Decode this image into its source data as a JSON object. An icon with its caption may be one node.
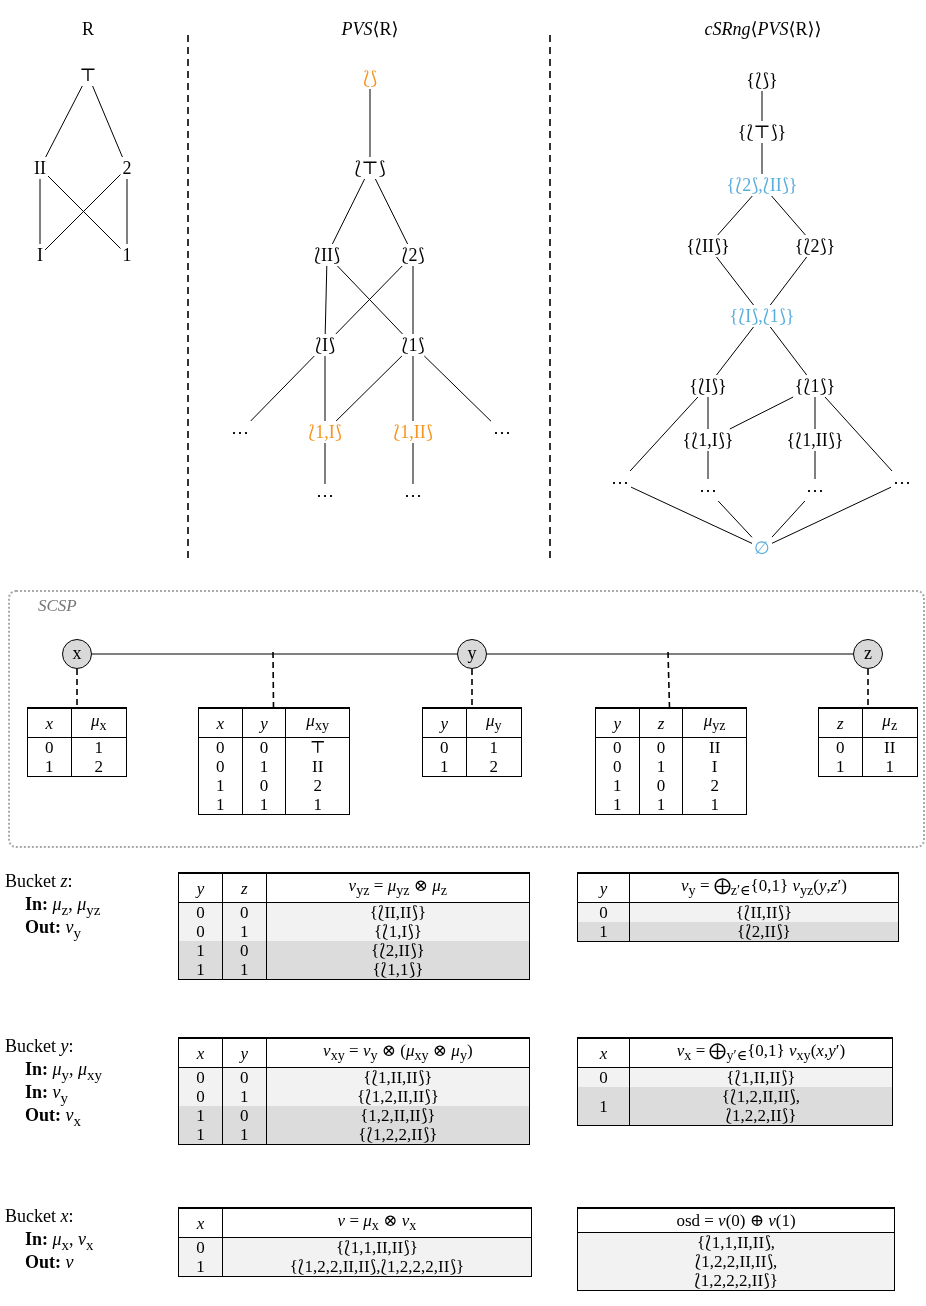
{
  "diagram": {
    "nodes": [
      {
        "text": [
          "⊤"
        ]
      },
      {
        "text": [
          "II"
        ]
      },
      {
        "text": [
          "2"
        ]
      },
      {
        "text": [
          "I"
        ]
      },
      {
        "text": [
          "1"
        ]
      },
      {
        "text": [
          "⟅⟆"
        ]
      },
      {
        "text": [
          "⟅⊤⟆"
        ]
      },
      {
        "text": [
          "⟅II⟆"
        ]
      },
      {
        "text": [
          "⟅2⟆"
        ]
      },
      {
        "text": [
          "⟅I⟆"
        ]
      },
      {
        "text": [
          "⟅1⟆"
        ]
      },
      {
        "text": [
          "⋯"
        ]
      },
      {
        "text": [
          "⟅1,I⟆"
        ]
      },
      {
        "text": [
          "⟅1,II⟆"
        ]
      },
      {
        "text": [
          "⋯"
        ]
      },
      {
        "text": [
          "⋯"
        ]
      },
      {
        "text": [
          "⋯"
        ]
      },
      {
        "text": [
          "{⟅⟆}"
        ]
      },
      {
        "text": [
          "{⟅⊤⟆}"
        ]
      },
      {
        "text": [
          "{⟅2⟆,⟅II⟆}"
        ]
      },
      {
        "text": [
          "{⟅II⟆}"
        ]
      },
      {
        "text": [
          "{⟅2⟆}"
        ]
      },
      {
        "text": [
          "{⟅I⟆,⟅1⟆}"
        ]
      },
      {
        "text": [
          "{⟅I⟆}"
        ]
      },
      {
        "text": [
          "{⟅1⟆}"
        ]
      },
      {
        "text": [
          "{⟅1,I⟆}"
        ]
      },
      {
        "text": [
          "{⟅1,II⟆}"
        ]
      },
      {
        "text": [
          "⋯"
        ]
      },
      {
        "text": [
          "⋯"
        ]
      },
      {
        "text": [
          "⋯"
        ]
      },
      {
        "text": [
          "⋯"
        ]
      },
      {
        "text": [
          "∅"
        ]
      },
      {
        "text": [
          "SCSP"
        ]
      },
      {
        "text": [
          "x"
        ],
        "in": 32
      },
      {
        "text": [
          "y"
        ],
        "in": 32
      },
      {
        "text": [
          "z"
        ],
        "in": 32
      },
      {
        "text": [
          "*x*",
          "*μ*$_{x}$",
          "0",
          "1",
          "1",
          "2"
        ],
        "in": 32
      },
      {
        "text": [
          "*x*",
          "*y*",
          "*μ*$_{xy}$",
          "0",
          "0",
          "⊤",
          "0",
          "1",
          "II",
          "1",
          "0",
          "2",
          "1",
          "1",
          "1"
        ],
        "in": 32
      },
      {
        "text": [
          "*y*",
          "*μ*$_{y}$",
          "0",
          "1",
          "1",
          "2"
        ],
        "in": 32
      },
      {
        "text": [
          "*y*",
          "*z*",
          "*μ*$_{yz}$",
          "0",
          "0",
          "II",
          "0",
          "1",
          "I",
          "1",
          "0",
          "2",
          "1",
          "1",
          "1"
        ],
        "in": 32
      },
      {
        "text": [
          "*z*",
          "*μ*$_{z}$",
          "0",
          "II",
          "1",
          "1"
        ],
        "in": 32
      },
      {
        "text": [
          "*y*",
          "*z*",
          "*ν*$_{yz}$ = *μ*$_{yz}$ ⊗ *μ*$_{z}$",
          "0",
          "0",
          "{⟅II,II⟆}",
          "0",
          "1",
          "{⟅1,I⟆}",
          "1",
          "0",
          "{⟅2,II⟆}",
          "1",
          "1",
          "{⟅1,1⟆}"
        ]
      },
      {
        "text": [
          "*y*",
          "*ν*$_{y}$ = ⨁$_{z′∈}${0,1} *ν*$_{yz}$(*y*,*z*′)",
          "0",
          "{⟅II,II⟆}",
          "1",
          "{⟅2,II⟆}"
        ]
      },
      {
        "text": [
          "*x*",
          "*y*",
          "*ν*$_{xy}$ = *ν*$_{y}$ ⊗ (*μ*$_{xy}$ ⊗ *μ*$_{y}$)",
          "0",
          "0",
          "{⟅1,II,II⟆}",
          "0",
          "1",
          "{⟅1,2,II,II⟆}",
          "1",
          "0",
          "{1,2,II,II⟆}",
          "1",
          "1",
          "{⟅1,2,2,II⟆}"
        ]
      },
      {
        "text": [
          "*x*",
          "*ν*$_{x}$ = ⨁$_{y′∈}${0,1} *ν*$_{xy}$(*x*,*y*′)",
          "0",
          "{⟅1,II,II⟆}",
          "1",
          "{⟅1,2,II,II⟆, ⟅1,2,2,II⟆}"
        ]
      },
      {
        "text": [
          "*x*",
          "*ν* = *μ*$_{x}$ ⊗ *ν*$_{x}$",
          "0",
          "{⟅1,1,II,II⟆}",
          "1",
          "{⟅1,2,2,II,II⟆,⟅1,2,2,2,II⟆}"
        ]
      },
      {
        "text": [
          "osd = *ν*(0) ⊕ *ν*(1)",
          "{⟅1,1,II,II⟆, ⟅1,2,2,II,II⟆, ⟅1,2,2,2,II⟆}"
        ]
      }
    ],
    "edges": [
      {
        "from": 0,
        "to": 1,
        "arrow": "none"
      },
      {
        "from": 0,
        "to": 2,
        "arrow": "none"
      },
      {
        "from": 1,
        "to": 3,
        "arrow": "none"
      },
      {
        "from": 1,
        "to": 4,
        "arrow": "none"
      },
      {
        "from": 2,
        "to": 3,
        "arrow": "none"
      },
      {
        "from": 2,
        "to": 4,
        "arrow": "none"
      },
      {
        "from": 5,
        "to": 6,
        "arrow": "none"
      },
      {
        "from": 6,
        "to": 7,
        "arrow": "none"
      },
      {
        "from": 6,
        "to": 8,
        "arrow": "none"
      },
      {
        "from": 7,
        "to": 9,
        "arrow": "none"
      },
      {
        "from": 7,
        "to": 10,
        "arrow": "none"
      },
      {
        "from": 8,
        "to": 9,
        "arrow": "none"
      },
      {
        "from": 8,
        "to": 10,
        "arrow": "none"
      },
      {
        "from": 9,
        "to": 11,
        "arrow": "none"
      },
      {
        "from": 9,
        "to": 12,
        "arrow": "none"
      },
      {
        "from": 10,
        "to": 12,
        "arrow": "none"
      },
      {
        "from": 10,
        "to": 13,
        "arrow": "none"
      },
      {
        "from": 10,
        "to": 14,
        "arrow": "none"
      },
      {
        "from": 12,
        "to": 15,
        "arrow": "none"
      },
      {
        "from": 13,
        "to": 16,
        "arrow": "none"
      },
      {
        "from": 17,
        "to": 18,
        "arrow": "none"
      },
      {
        "from": 18,
        "to": 19,
        "arrow": "none"
      },
      {
        "from": 19,
        "to": 20,
        "arrow": "none"
      },
      {
        "from": 19,
        "to": 21,
        "arrow": "none"
      },
      {
        "from": 20,
        "to": 22,
        "arrow": "none"
      },
      {
        "from": 21,
        "to": 22,
        "arrow": "none"
      },
      {
        "from": 22,
        "to": 23,
        "arrow": "none"
      },
      {
        "from": 22,
        "to": 24,
        "arrow": "none"
      },
      {
        "from": 23,
        "to": 27,
        "arrow": "none"
      },
      {
        "from": 23,
        "to": 25,
        "arrow": "none"
      },
      {
        "from": 24,
        "to": 25,
        "arrow": "none"
      },
      {
        "from": 24,
        "to": 26,
        "arrow": "none"
      },
      {
        "from": 24,
        "to": 30,
        "arrow": "none"
      },
      {
        "from": 25,
        "to": 28,
        "arrow": "none"
      },
      {
        "from": 26,
        "to": 29,
        "arrow": "none"
      },
      {
        "from": 27,
        "to": 31,
        "arrow": "none"
      },
      {
        "from": 28,
        "to": 31,
        "arrow": "none"
      },
      {
        "from": 29,
        "to": 31,
        "arrow": "none"
      },
      {
        "from": 30,
        "to": 31,
        "arrow": "none"
      },
      {
        "from": 33,
        "to": 34,
        "arrow": "none"
      },
      {
        "from": 34,
        "to": 35,
        "arrow": "none"
      },
      {
        "from": 33,
        "to": 36,
        "arrow": "none",
        "style": "dashed"
      },
      {
        "from": null,
        "to": 37,
        "arrow": "none",
        "style": "dashed"
      },
      {
        "from": 34,
        "to": 38,
        "arrow": "none",
        "style": "dashed"
      },
      {
        "from": null,
        "to": 39,
        "arrow": "none",
        "style": "dashed"
      },
      {
        "from": 35,
        "to": 40,
        "arrow": "none",
        "style": "dashed"
      }
    ],
    "labels": [
      "R",
      "*PVS*⟨R⟩",
      "*cSRng*⟨*PVS*⟨R⟩⟩",
      "Bucket *z*:",
      "**In:** *μ*$_{z}$, *μ*$_{yz}$",
      "**Out:** *ν*$_{y}$",
      "Bucket *y*:",
      "**In:** *μ*$_{y}$, *μ*$_{xy}$",
      "**In:** *ν*$_{y}$",
      "**Out:** *ν*$_{x}$",
      "Bucket *x*:",
      "**In:** *μ*$_{x}$, *ν*$_{x}$",
      "**Out:** *ν*"
    ]
  }
}
